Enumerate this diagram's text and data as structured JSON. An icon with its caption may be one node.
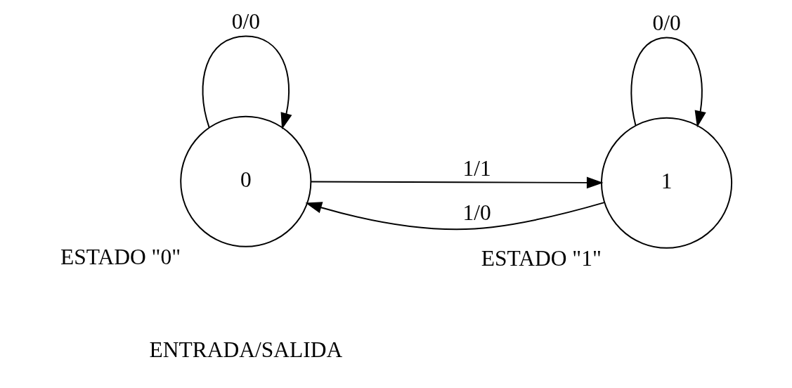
{
  "diagram": {
    "nodes": [
      {
        "text": [
          "0"
        ],
        "beside": [
          "ESTADO \"0\""
        ]
      },
      {
        "text": [
          "1"
        ],
        "beside": [
          "ESTADO \"1\""
        ]
      }
    ],
    "edges": [
      {
        "from": 0,
        "to": 0,
        "arrow": "to",
        "label": "0/0"
      },
      {
        "from": 0,
        "to": 1,
        "arrow": "to",
        "label": "1/1"
      },
      {
        "from": 1,
        "to": 0,
        "arrow": "to",
        "label": "1/0"
      },
      {
        "from": 1,
        "to": 1,
        "arrow": "to",
        "label": "0/0"
      }
    ],
    "labels": [
      "ENTRADA/SALIDA"
    ]
  }
}
